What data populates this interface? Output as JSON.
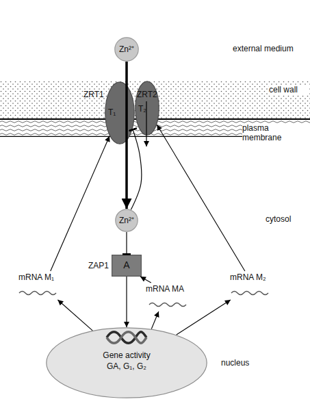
{
  "diagram": {
    "nodes": [
      {
        "text": [
          "Zn²⁺"
        ]
      },
      {
        "text": [
          "cell wall"
        ]
      },
      {
        "text": [
          "ZRT1",
          "T₁"
        ]
      },
      {
        "text": [
          "ZRT2",
          "T₂"
        ]
      },
      {
        "text": [
          "plasma membrane"
        ]
      },
      {
        "text": [
          "Zn²⁺"
        ]
      },
      {
        "text": [
          "mRNA M₁"
        ]
      },
      {
        "text": [
          "ZAP1",
          "A"
        ]
      },
      {
        "text": [
          "mRNA MA"
        ]
      },
      {
        "text": [
          "mRNA M₂"
        ]
      },
      {
        "text": [
          "Gene activity",
          "GA, G₁, G₂",
          "nucleus"
        ]
      }
    ],
    "edges": [
      {
        "from": 0,
        "to": 5,
        "arrow": "to"
      },
      {
        "from": 5,
        "to": 2,
        "arrow": "to"
      },
      {
        "from": 5,
        "to": 7,
        "arrow": "to"
      },
      {
        "from": 7,
        "to": 10,
        "arrow": "to"
      },
      {
        "from": 10,
        "to": 6,
        "arrow": "to"
      },
      {
        "from": 6,
        "to": 2,
        "arrow": "to"
      },
      {
        "from": 10,
        "to": 8,
        "arrow": "to"
      },
      {
        "from": 8,
        "to": 7,
        "arrow": "to"
      },
      {
        "from": 10,
        "to": 9,
        "arrow": "to"
      },
      {
        "from": 9,
        "to": 3,
        "arrow": "to"
      }
    ],
    "labels": [
      "external medium",
      "cytosol"
    ]
  }
}
